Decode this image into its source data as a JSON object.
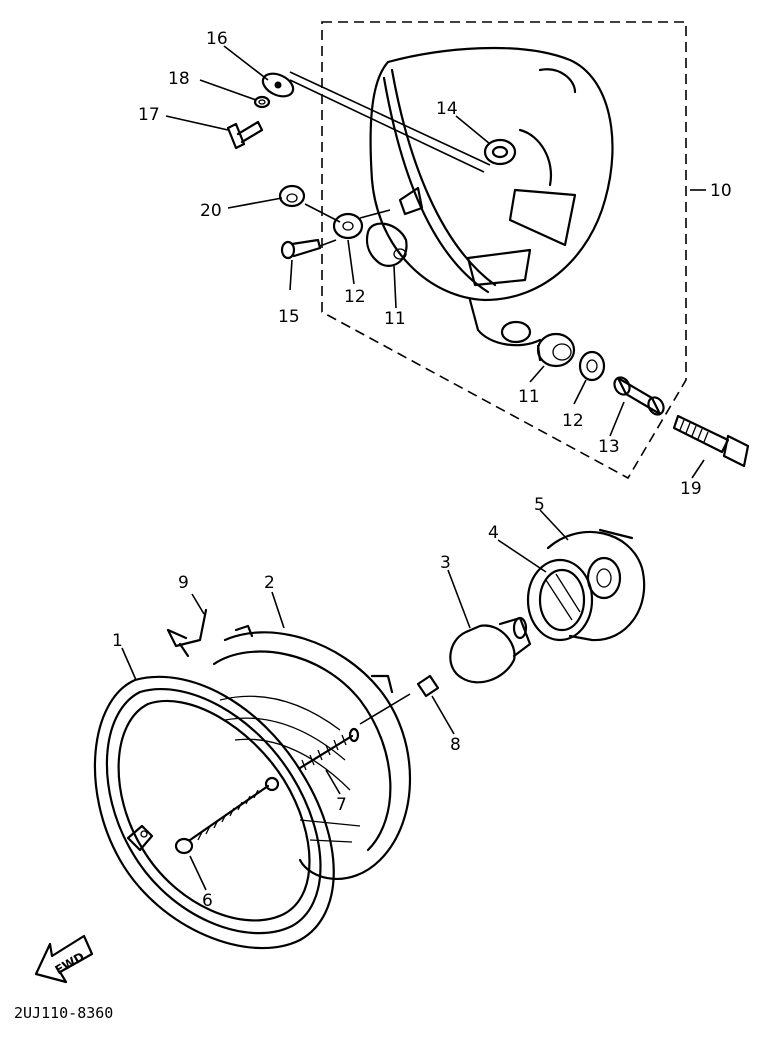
{
  "callouts": {
    "c1": "1",
    "c2": "2",
    "c3": "3",
    "c4": "4",
    "c5": "5",
    "c6": "6",
    "c7": "7",
    "c8": "8",
    "c9": "9",
    "c10": "10",
    "c11a": "11",
    "c11b": "11",
    "c12a": "12",
    "c12b": "12",
    "c13": "13",
    "c14": "14",
    "c15": "15",
    "c16": "16",
    "c17": "17",
    "c18": "18",
    "c19": "19",
    "c20": "20"
  },
  "fwd_label": "FWD",
  "diagram_code": "2UJ110-8360"
}
